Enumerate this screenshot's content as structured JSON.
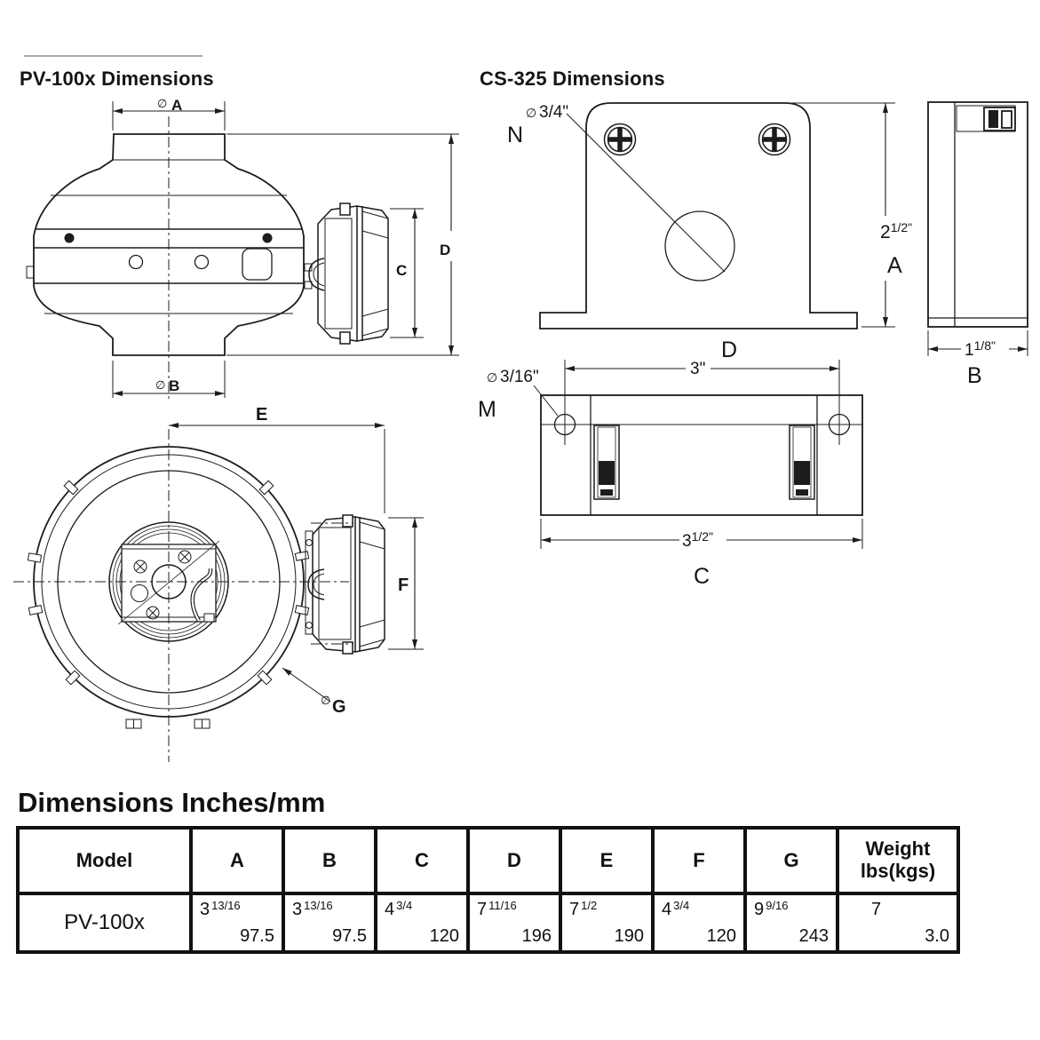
{
  "colors": {
    "line": "#1c1c1c",
    "text": "#111111"
  },
  "pv": {
    "title": "PV-100x Dimensions",
    "side": {
      "dia_a_sym": "∅",
      "dia_a": "A",
      "dia_b_sym": "∅",
      "dia_b": "B",
      "c": "C",
      "d": "D"
    },
    "front": {
      "e": "E",
      "f": "F",
      "g_sym": "∅",
      "g": "G"
    }
  },
  "cs": {
    "title": "CS-325 Dimensions",
    "front": {
      "hole_sym": "∅",
      "hole_size": "3/4\"",
      "leader": "N",
      "a_whole": "2",
      "a_frac": "1/2\"",
      "a_label": "A",
      "d_label": "D",
      "d_value": "3\""
    },
    "side": {
      "b_whole": "1",
      "b_frac": "1/8\"",
      "b_label": "B"
    },
    "bottom": {
      "hole_sym": "∅",
      "hole_size": "3/16\"",
      "leader": "M",
      "c_whole": "3",
      "c_frac": "1/2\"",
      "c_label": "C"
    }
  },
  "table": {
    "title": "Dimensions Inches/mm",
    "headers": {
      "model": "Model",
      "letters": [
        "A",
        "B",
        "C",
        "D",
        "E",
        "F",
        "G"
      ],
      "weight_line1": "Weight",
      "weight_line2": "lbs(kgs)"
    },
    "row": {
      "model": "PV-100x",
      "dims": [
        {
          "whole": "3",
          "frac": "13/16",
          "mm": "97.5"
        },
        {
          "whole": "3",
          "frac": "13/16",
          "mm": "97.5"
        },
        {
          "whole": "4",
          "frac": "3/4",
          "mm": "120"
        },
        {
          "whole": "7",
          "frac": "11/16",
          "mm": "196"
        },
        {
          "whole": "7",
          "frac": "1/2",
          "mm": "190"
        },
        {
          "whole": "4",
          "frac": "3/4",
          "mm": "120"
        },
        {
          "whole": "9",
          "frac": "9/16",
          "mm": "243"
        }
      ],
      "weight": {
        "lbs": "7",
        "kgs": "3.0"
      }
    }
  }
}
